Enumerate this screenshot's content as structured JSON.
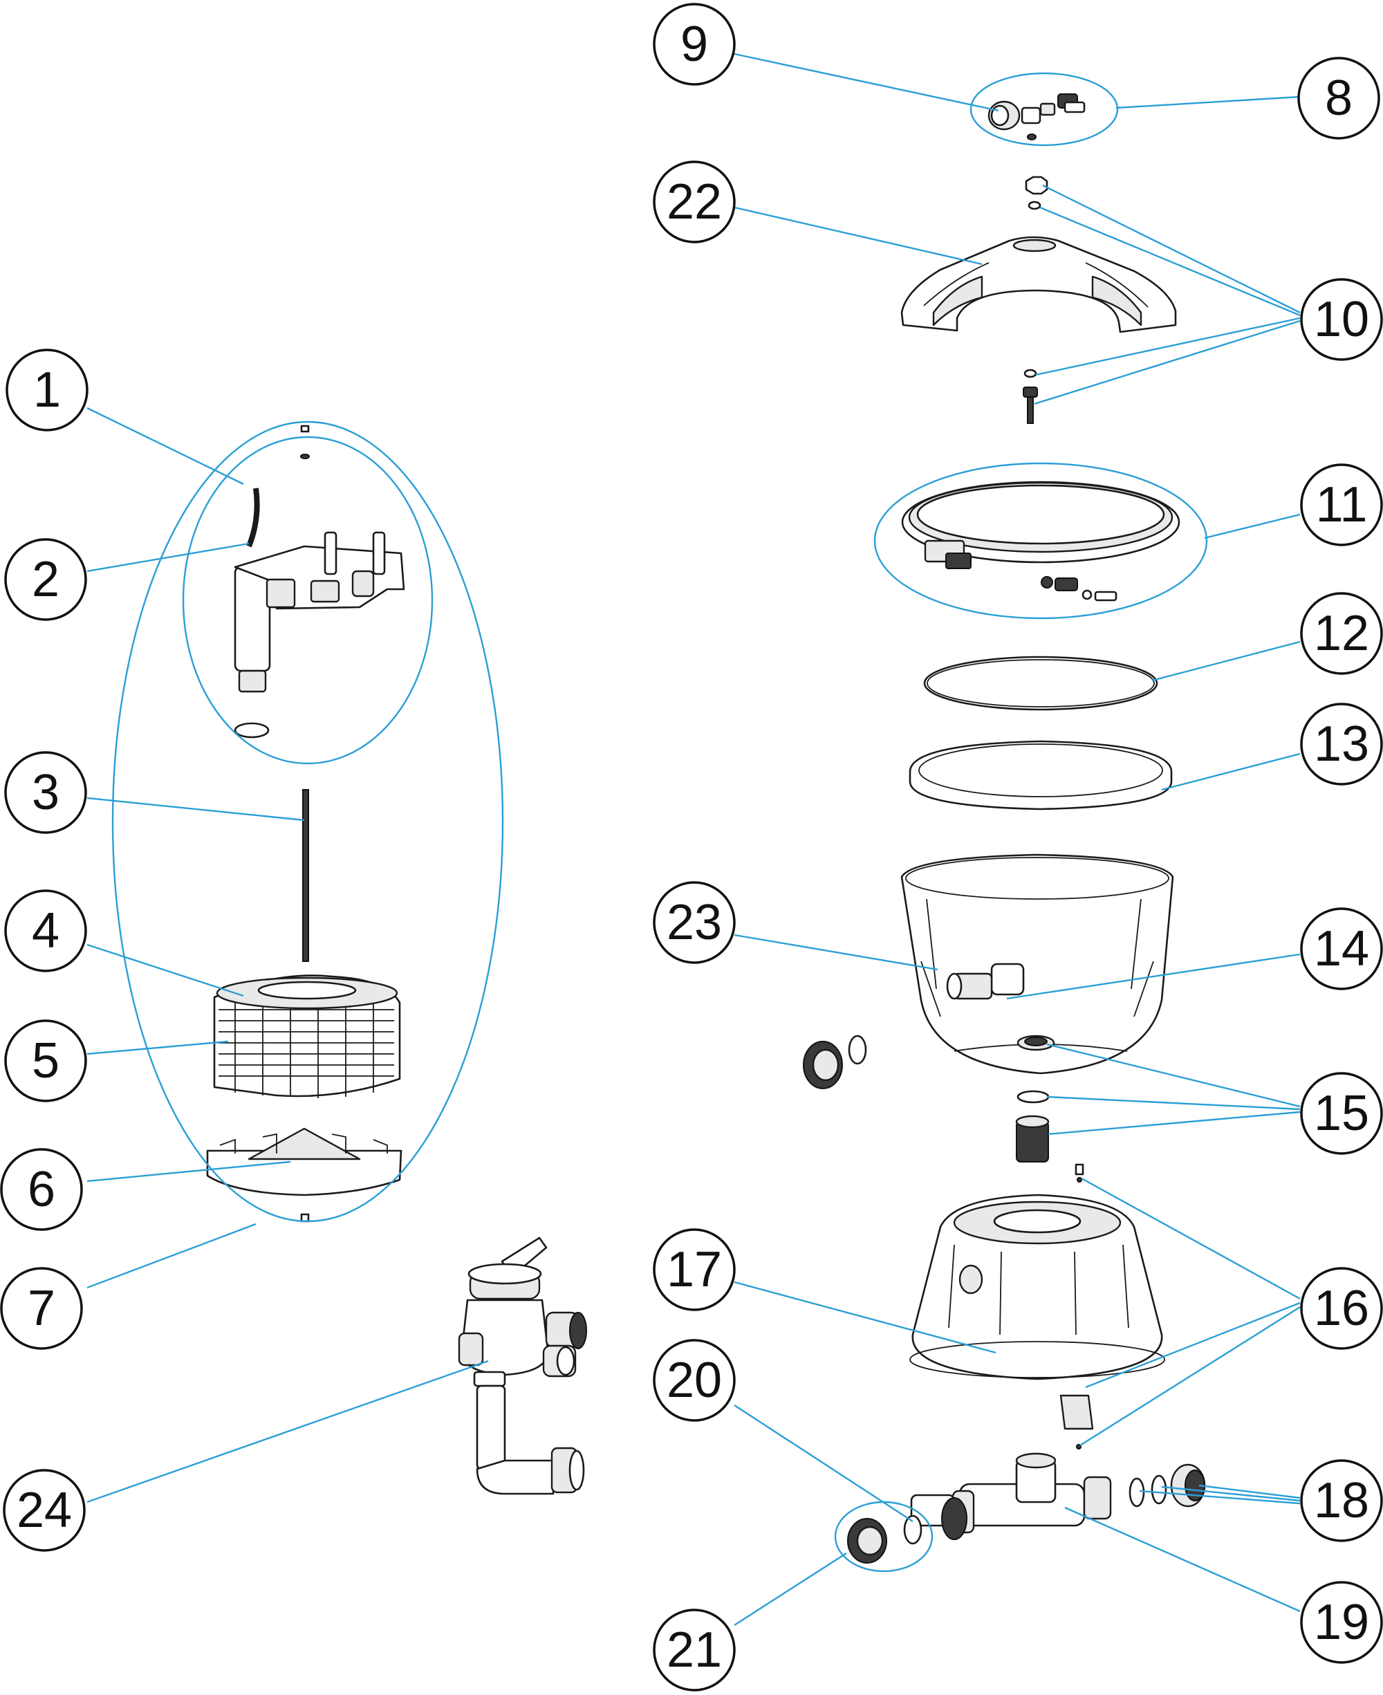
{
  "diagram": {
    "callouts": [
      {
        "id": "1",
        "label": "1"
      },
      {
        "id": "2",
        "label": "2"
      },
      {
        "id": "3",
        "label": "3"
      },
      {
        "id": "4",
        "label": "4"
      },
      {
        "id": "5",
        "label": "5"
      },
      {
        "id": "6",
        "label": "6"
      },
      {
        "id": "7",
        "label": "7"
      },
      {
        "id": "8",
        "label": "8"
      },
      {
        "id": "9",
        "label": "9"
      },
      {
        "id": "10",
        "label": "10"
      },
      {
        "id": "11",
        "label": "11"
      },
      {
        "id": "12",
        "label": "12"
      },
      {
        "id": "13",
        "label": "13"
      },
      {
        "id": "14",
        "label": "14"
      },
      {
        "id": "15",
        "label": "15"
      },
      {
        "id": "16",
        "label": "16"
      },
      {
        "id": "17",
        "label": "17"
      },
      {
        "id": "18",
        "label": "18"
      },
      {
        "id": "19",
        "label": "19"
      },
      {
        "id": "20",
        "label": "20"
      },
      {
        "id": "21",
        "label": "21"
      },
      {
        "id": "22",
        "label": "22"
      },
      {
        "id": "23",
        "label": "23"
      },
      {
        "id": "24",
        "label": "24"
      }
    ],
    "colors": {
      "leader_line": "#2a9fd6",
      "outline": "#1a1a1a",
      "background": "#ffffff"
    }
  }
}
